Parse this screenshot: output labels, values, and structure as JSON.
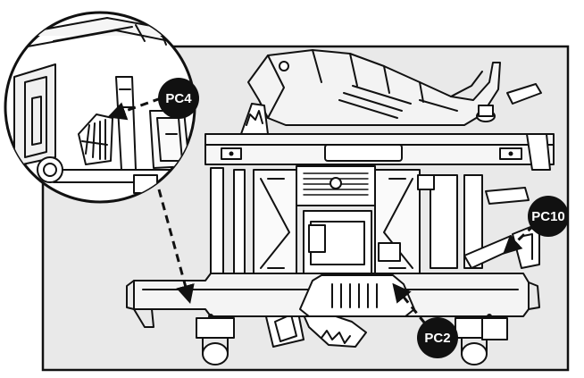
{
  "callouts": {
    "pc4": "PC4",
    "pc10": "PC10",
    "pc2": "PC2"
  },
  "colors": {
    "panel": "#e9e9e9",
    "line": "#111111",
    "badge": "#111111",
    "badge_text": "#ffffff"
  },
  "icons": {
    "pc4": "arrow-pointer-icon",
    "pc10": "arrow-pointer-icon",
    "pc2": "arrow-pointer-icon"
  }
}
